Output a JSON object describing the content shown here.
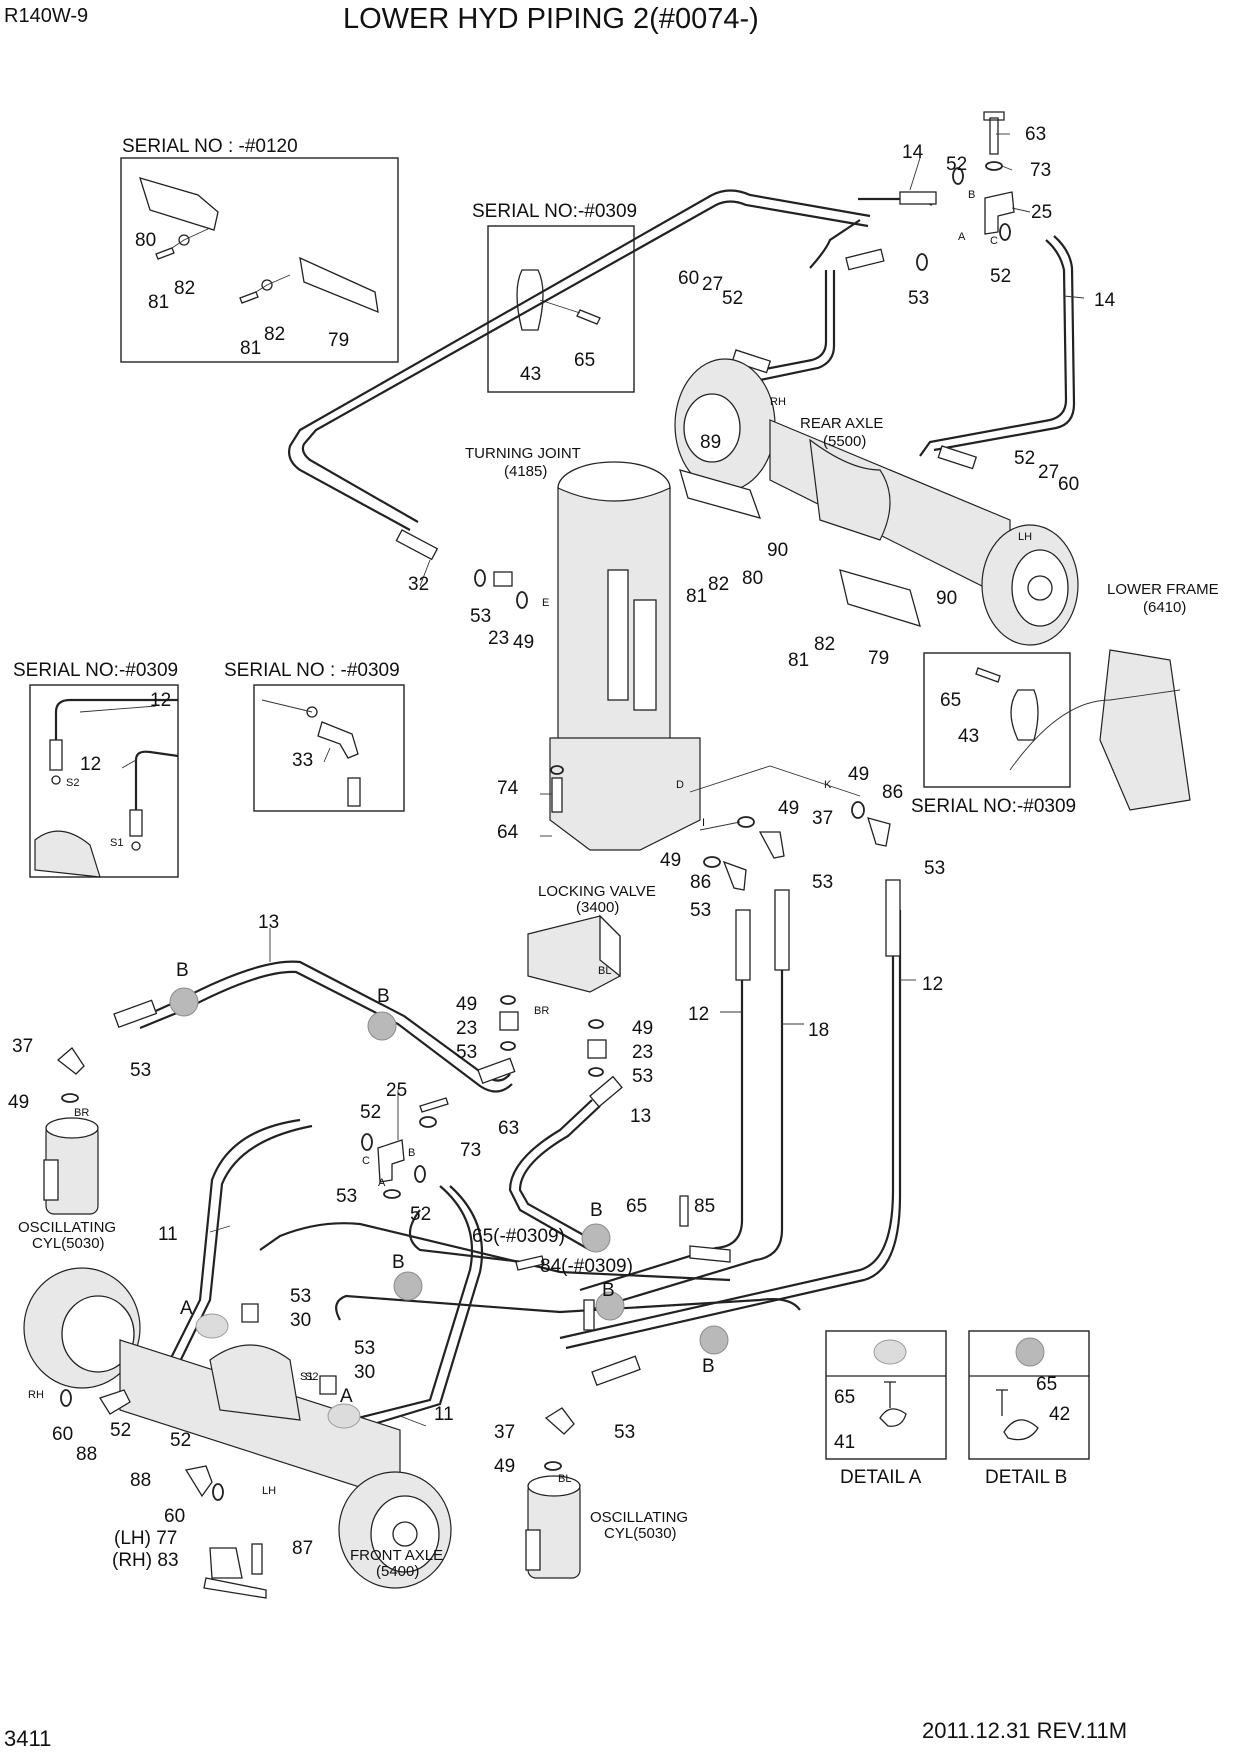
{
  "header": {
    "model": "R140W-9",
    "title": "LOWER HYD PIPING 2(#0074-)"
  },
  "footer": {
    "page": "3411",
    "revision": "2011.12.31  REV.11M"
  },
  "serial_notes": {
    "top_left": "SERIAL NO : -#0120",
    "top_mid": "SERIAL NO:-#0309",
    "left_a": "SERIAL NO:-#0309",
    "left_b": "SERIAL NO : -#0309",
    "right": "SERIAL NO:-#0309"
  },
  "components": {
    "turning_joint": "TURNING JOINT",
    "turning_joint_no": "(4185)",
    "rear_axle": "REAR AXLE",
    "rear_axle_no": "(5500)",
    "lower_frame": "LOWER FRAME",
    "lower_frame_no": "(6410)",
    "locking_valve": "LOCKING VALVE",
    "locking_valve_no": "(3400)",
    "osc_cyl_left": "OSCILLATING",
    "osc_cyl_left_no": "CYL(5030)",
    "osc_cyl_right": "OSCILLATING",
    "osc_cyl_right_no": "CYL(5030)",
    "front_axle": "FRONT AXLE",
    "front_axle_no": "(5400)"
  },
  "details": {
    "a_title": "DETAIL A",
    "b_title": "DETAIL B",
    "a_parts": [
      "65",
      "41"
    ],
    "b_parts": [
      "65",
      "42"
    ]
  },
  "marks": {
    "rh": "RH",
    "lh": "LH",
    "A": "A",
    "B": "B",
    "C": "C",
    "D": "D",
    "E": "E",
    "I": "I",
    "K": "K",
    "BR": "BR",
    "BL": "BL",
    "S1": "S1",
    "S2": "S2"
  },
  "callouts": {
    "c_14a": "14",
    "c_52a": "52",
    "c_63a": "63",
    "c_73a": "73",
    "c_25a": "25",
    "c_53a": "53",
    "c_52b": "52",
    "c_14b": "14",
    "c_80a": "80",
    "c_81a": "81",
    "c_82a": "82",
    "c_81b": "81",
    "c_82b": "82",
    "c_79a": "79",
    "c_43a": "43",
    "c_65a": "65",
    "c_60a": "60",
    "c_27a": "27",
    "c_52c": "52",
    "c_89": "89",
    "c_52d": "52",
    "c_27b": "27",
    "c_60b": "60",
    "c_90a": "90",
    "c_81c": "81",
    "c_82c": "82",
    "c_80b": "80",
    "c_90b": "90",
    "c_81d": "81",
    "c_82d": "82",
    "c_79b": "79",
    "c_32": "32",
    "c_53b": "53",
    "c_23a": "23",
    "c_49a": "49",
    "c_65b": "65",
    "c_43b": "43",
    "c_12a": "12",
    "c_12b": "12",
    "c_33": "33",
    "c_74": "74",
    "c_64": "64",
    "c_49b": "49",
    "c_86a": "86",
    "c_49c": "49",
    "c_37a": "37",
    "c_49d": "49",
    "c_86b": "86",
    "c_53c": "53",
    "c_53d": "53",
    "c_53e": "53",
    "c_13a": "13",
    "c_37b": "37",
    "c_53f": "53",
    "c_49e": "49",
    "c_49f": "49",
    "c_23b": "23",
    "c_53g": "53",
    "c_49g": "49",
    "c_23c": "23",
    "c_53h": "53",
    "c_13b": "13",
    "c_12c": "12",
    "c_18": "18",
    "c_12d": "12",
    "c_25b": "25",
    "c_52e": "52",
    "c_63b": "63",
    "c_73b": "73",
    "c_53i": "53",
    "c_52f": "52",
    "c_11a": "11",
    "c_65c": "65",
    "c_85": "85",
    "c_65d": "65(-#0309)",
    "c_84": "84(-#0309)",
    "c_53j": "53",
    "c_30a": "30",
    "c_53k": "53",
    "c_30b": "30",
    "c_11b": "11",
    "c_60c": "60",
    "c_88a": "88",
    "c_52g": "52",
    "c_52h": "52",
    "c_88b": "88",
    "c_60d": "60",
    "c_77": "(LH) 77",
    "c_83": "(RH) 83",
    "c_87": "87",
    "c_37c": "37",
    "c_53l": "53",
    "c_49h": "49"
  }
}
